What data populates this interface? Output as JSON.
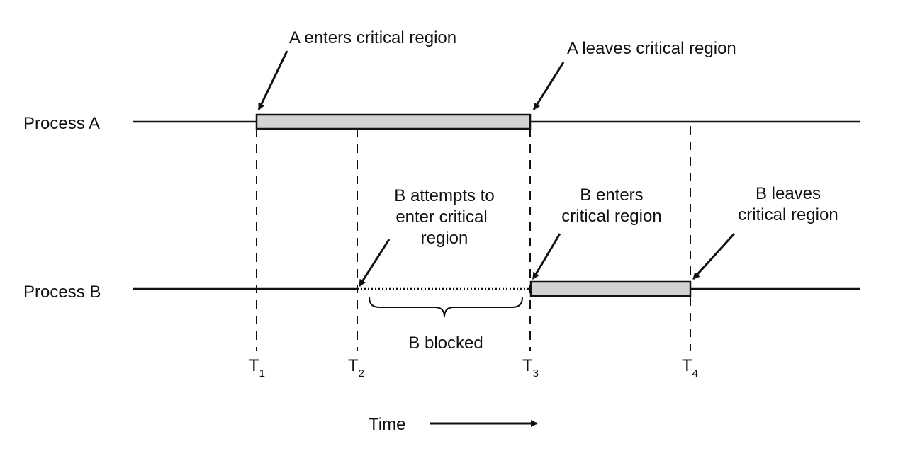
{
  "processes": {
    "a": "Process A",
    "b": "Process B"
  },
  "annotations": {
    "a_enters": "A enters critical region",
    "a_leaves": "A leaves critical region",
    "b_attempts": [
      "B attempts to",
      "enter critical",
      "region"
    ],
    "b_enters": [
      "B enters",
      "critical region"
    ],
    "b_leaves": [
      "B leaves",
      "critical region"
    ],
    "b_blocked": "B blocked"
  },
  "time_marks": [
    {
      "main": "T",
      "sub": "1"
    },
    {
      "main": "T",
      "sub": "2"
    },
    {
      "main": "T",
      "sub": "3"
    },
    {
      "main": "T",
      "sub": "4"
    }
  ],
  "time_axis_label": "Time",
  "colors": {
    "line": "#111111",
    "critical_region_fill": "#d3d3d3"
  }
}
